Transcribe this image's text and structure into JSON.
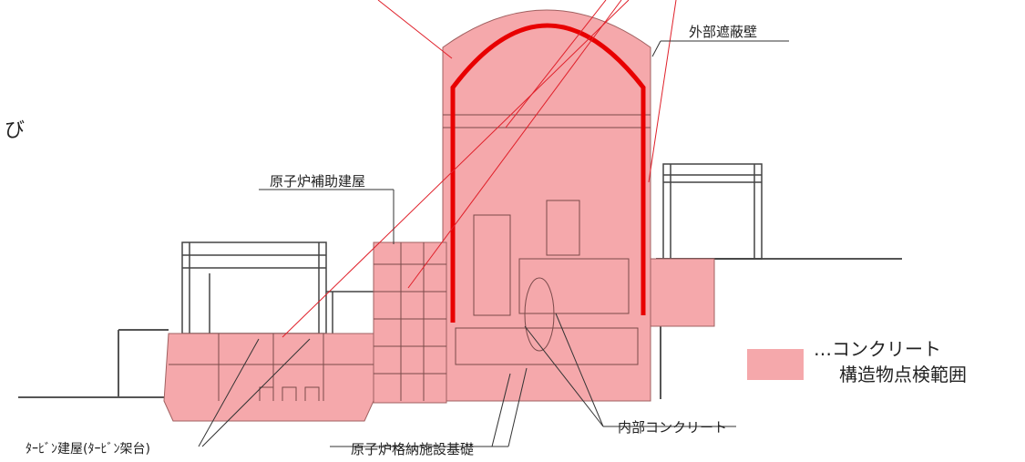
{
  "labels": {
    "outer_shield_wall": "外部遮蔽壁",
    "reactor_aux_building": "原子炉補助建屋",
    "turbine_building": "ﾀｰﾋﾞﾝ建屋(ﾀｰﾋﾞﾝ架台)",
    "containment_foundation": "原子炉格納施設基礎",
    "internal_concrete": "内部コンクリート",
    "side_fragment": "び"
  },
  "legend": {
    "line1": "…コンクリート",
    "line2": "構造物点検範囲",
    "swatch_color": "#f5a8ab"
  },
  "colors": {
    "concrete_fill": "#f5a8ab",
    "steel_vessel": "#e80000",
    "leader_line": "#e0202a",
    "outline": "#555555"
  }
}
